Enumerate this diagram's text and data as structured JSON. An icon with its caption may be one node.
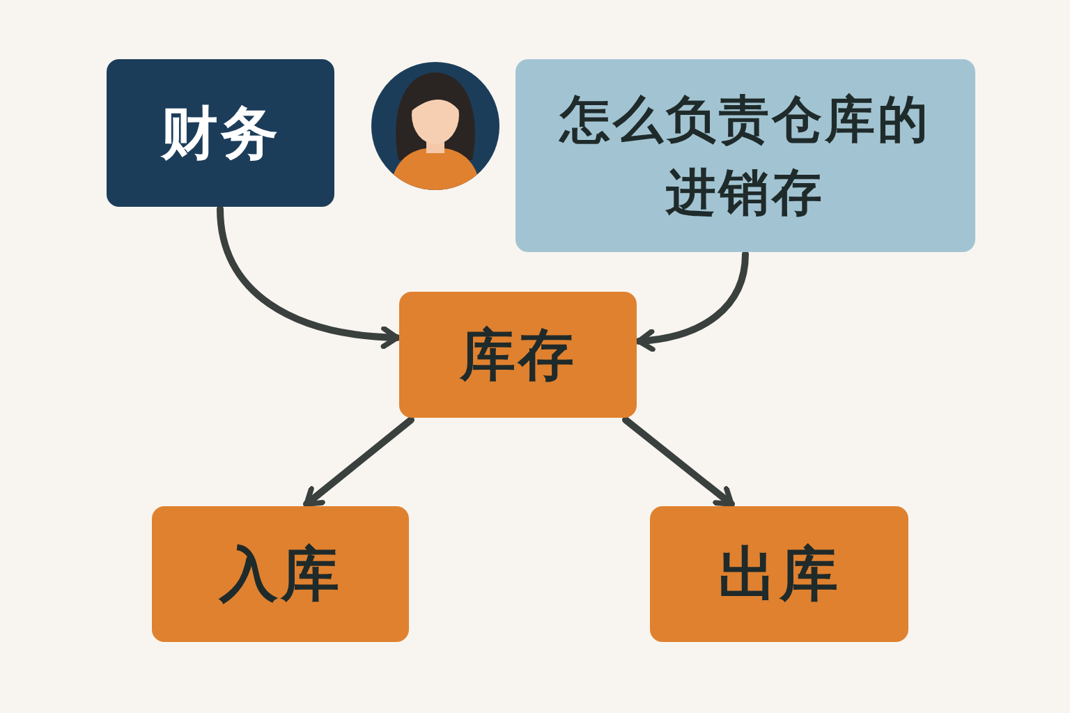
{
  "diagram": {
    "nodes": [
      {
        "text": [
          "财务"
        ]
      },
      {
        "text": [
          "怎么负责仓库的进销存"
        ]
      },
      {
        "text": [
          "库存"
        ]
      },
      {
        "text": [
          "入库"
        ]
      },
      {
        "text": [
          "出库"
        ]
      }
    ],
    "edges": [
      {
        "from": 0,
        "to": 2,
        "arrow": "to"
      },
      {
        "from": 1,
        "to": 2,
        "arrow": "to"
      },
      {
        "from": 2,
        "to": 3,
        "arrow": "to"
      },
      {
        "from": 2,
        "to": 4,
        "arrow": "to"
      }
    ]
  }
}
